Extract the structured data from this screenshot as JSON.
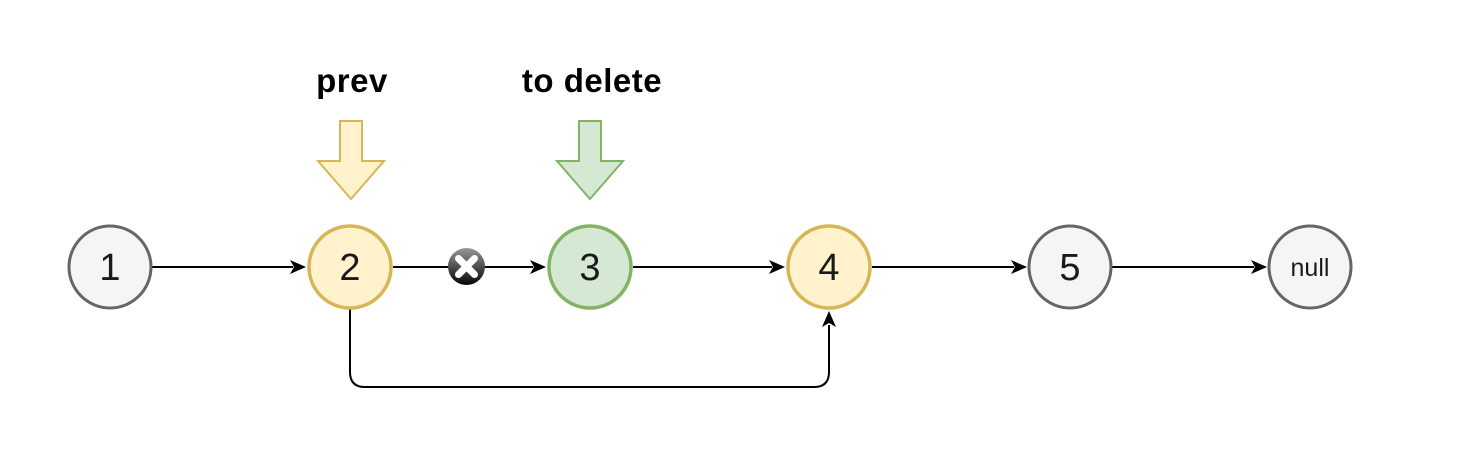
{
  "diagram": {
    "colors": {
      "edge": "#000000",
      "node_text": "#1a1a1a",
      "label_text": "#000000",
      "background": "#ffffff"
    },
    "nodes": [
      {
        "value": "1",
        "fill": "#f5f5f5",
        "stroke": "#666666"
      },
      {
        "value": "2",
        "fill": "#fff2cc",
        "stroke": "#d6b656"
      },
      {
        "value": "3",
        "fill": "#d5e8d4",
        "stroke": "#82b366"
      },
      {
        "value": "4",
        "fill": "#fff2cc",
        "stroke": "#d6b656"
      },
      {
        "value": "5",
        "fill": "#f5f5f5",
        "stroke": "#666666"
      },
      {
        "value": "null",
        "fill": "#f5f5f5",
        "stroke": "#666666"
      }
    ],
    "pointers": [
      {
        "label": "prev",
        "points_to_node": "2",
        "fill": "#fff2cc",
        "stroke": "#d6b656"
      },
      {
        "label": "to delete",
        "points_to_node": "3",
        "fill": "#d5e8d4",
        "stroke": "#82b366"
      }
    ],
    "x_badge": {
      "icon": "x-circle-icon",
      "on_edge": "2-3",
      "glyph_color": "#ffffff",
      "top_color": "#999999",
      "bottom_color": "#050505"
    },
    "edges": [
      {
        "from": "1",
        "to": "2"
      },
      {
        "from": "2",
        "to": "3",
        "broken": true
      },
      {
        "from": "3",
        "to": "4"
      },
      {
        "from": "4",
        "to": "5"
      },
      {
        "from": "5",
        "to": "null"
      },
      {
        "from": "2",
        "to": "4",
        "type": "bypass"
      }
    ]
  }
}
